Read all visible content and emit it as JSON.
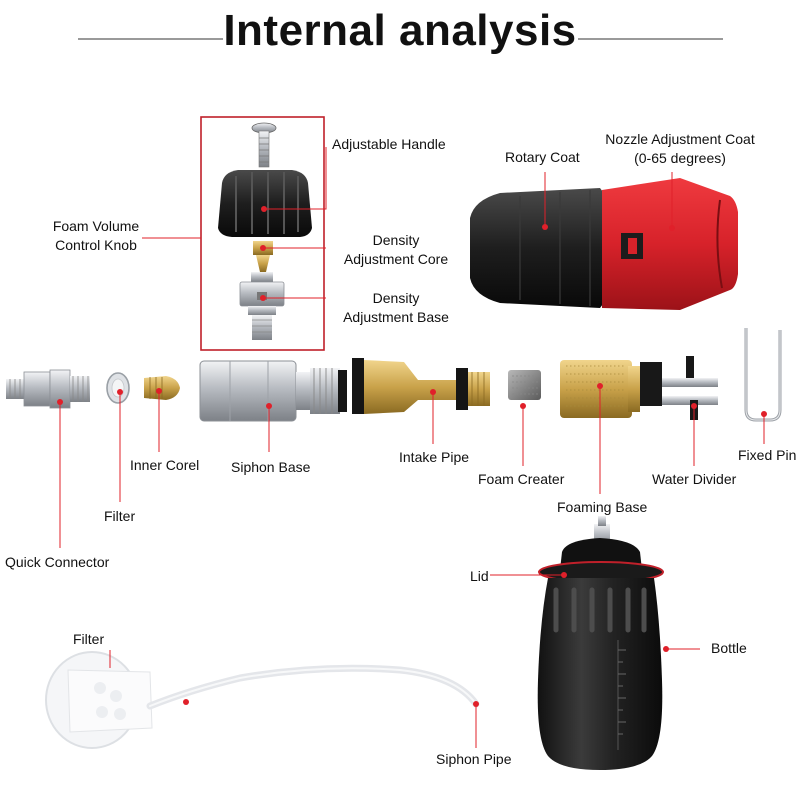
{
  "title": "Internal analysis",
  "colors": {
    "leader_line": "#e0202a",
    "rotary_coat": "#1e1e1e",
    "nozzle_coat": "#d7222a",
    "brass": "#c9a24a",
    "chrome": "#c8ccd1",
    "bottle": "#232323"
  },
  "labels": {
    "adjustable_handle": "Adjustable Handle",
    "foam_volume_control_knob_1": "Foam Volume",
    "foam_volume_control_knob_2": "Control Knob",
    "density_adjustment_core_1": "Density",
    "density_adjustment_core_2": "Adjustment Core",
    "density_adjustment_base_1": "Density",
    "density_adjustment_base_2": "Adjustment Base",
    "rotary_coat": "Rotary Coat",
    "nozzle_adjustment_coat_1": "Nozzle Adjustment Coat",
    "nozzle_adjustment_coat_2": "(0-65 degrees)",
    "inner_corel": "Inner Corel",
    "siphon_base": "Siphon Base",
    "intake_pipe": "Intake Pipe",
    "foam_creater": "Foam Creater",
    "water_divider": "Water Divider",
    "fixed_pin": "Fixed Pin",
    "filter_small": "Filter",
    "quick_connector": "Quick Connector",
    "foaming_base": "Foaming Base",
    "lid": "Lid",
    "bottle": "Bottle",
    "filter_large": "Filter",
    "siphon_pipe": "Siphon Pipe"
  }
}
